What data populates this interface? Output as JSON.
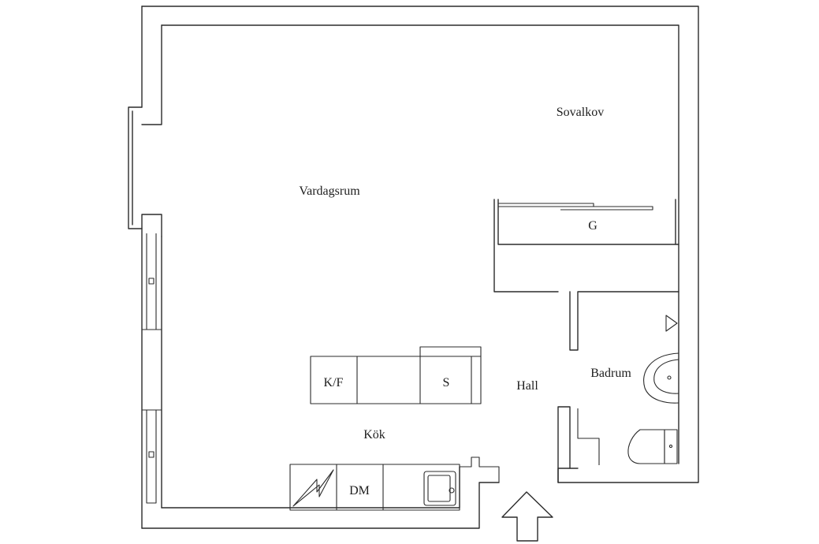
{
  "rooms": {
    "sovalkov": "Sovalkov",
    "vardagsrum": "Vardagsrum",
    "hall": "Hall",
    "badrum": "Badrum",
    "kok": "Kök"
  },
  "fixtures": {
    "wardrobe": "G",
    "fridge_freezer": "K/F",
    "stove": "S",
    "dishwasher": "DM"
  },
  "icons": {
    "entrance": "entrance-arrow-icon",
    "sink": "sink-icon",
    "bathtub": "bathtub-icon",
    "radiator": "radiator-icon"
  },
  "colors": {
    "line": "#2b2b2b",
    "background": "#ffffff"
  }
}
